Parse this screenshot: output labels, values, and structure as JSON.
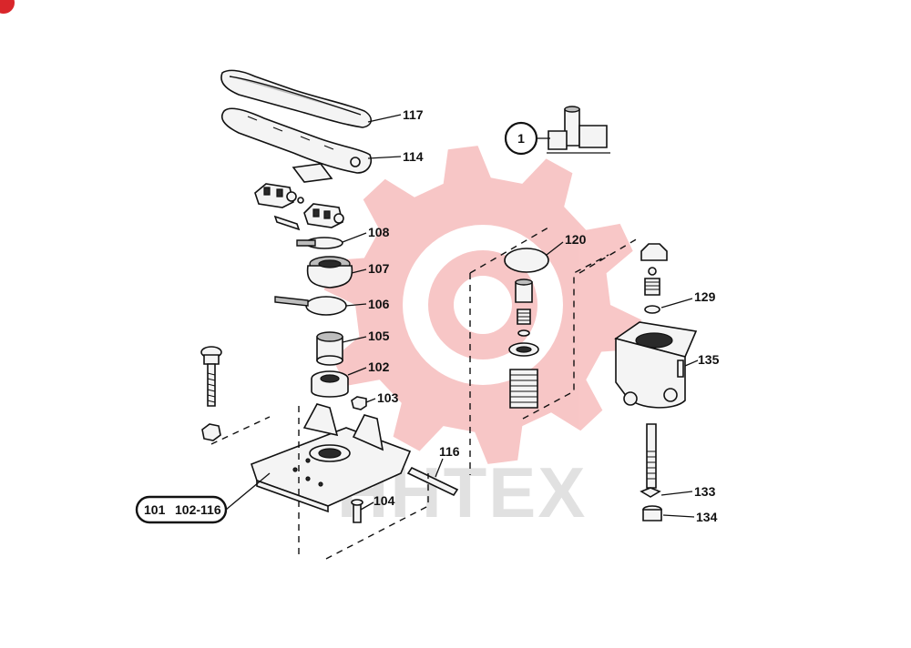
{
  "watermark": {
    "text": "HHTEX",
    "gear_color": "#f5b4b4"
  },
  "corner_badge": {
    "color": "#d9262b"
  },
  "callouts": {
    "p117": "117",
    "p114": "114",
    "p108": "108",
    "p107": "107",
    "p106": "106",
    "p105": "105",
    "p102": "102",
    "p103": "103",
    "p116": "116",
    "p104": "104",
    "p120": "120",
    "p129": "129",
    "p135": "135",
    "p133": "133",
    "p134": "134"
  },
  "kit_marker": "1",
  "assembly_label": {
    "a": "101",
    "b": "102-116"
  }
}
